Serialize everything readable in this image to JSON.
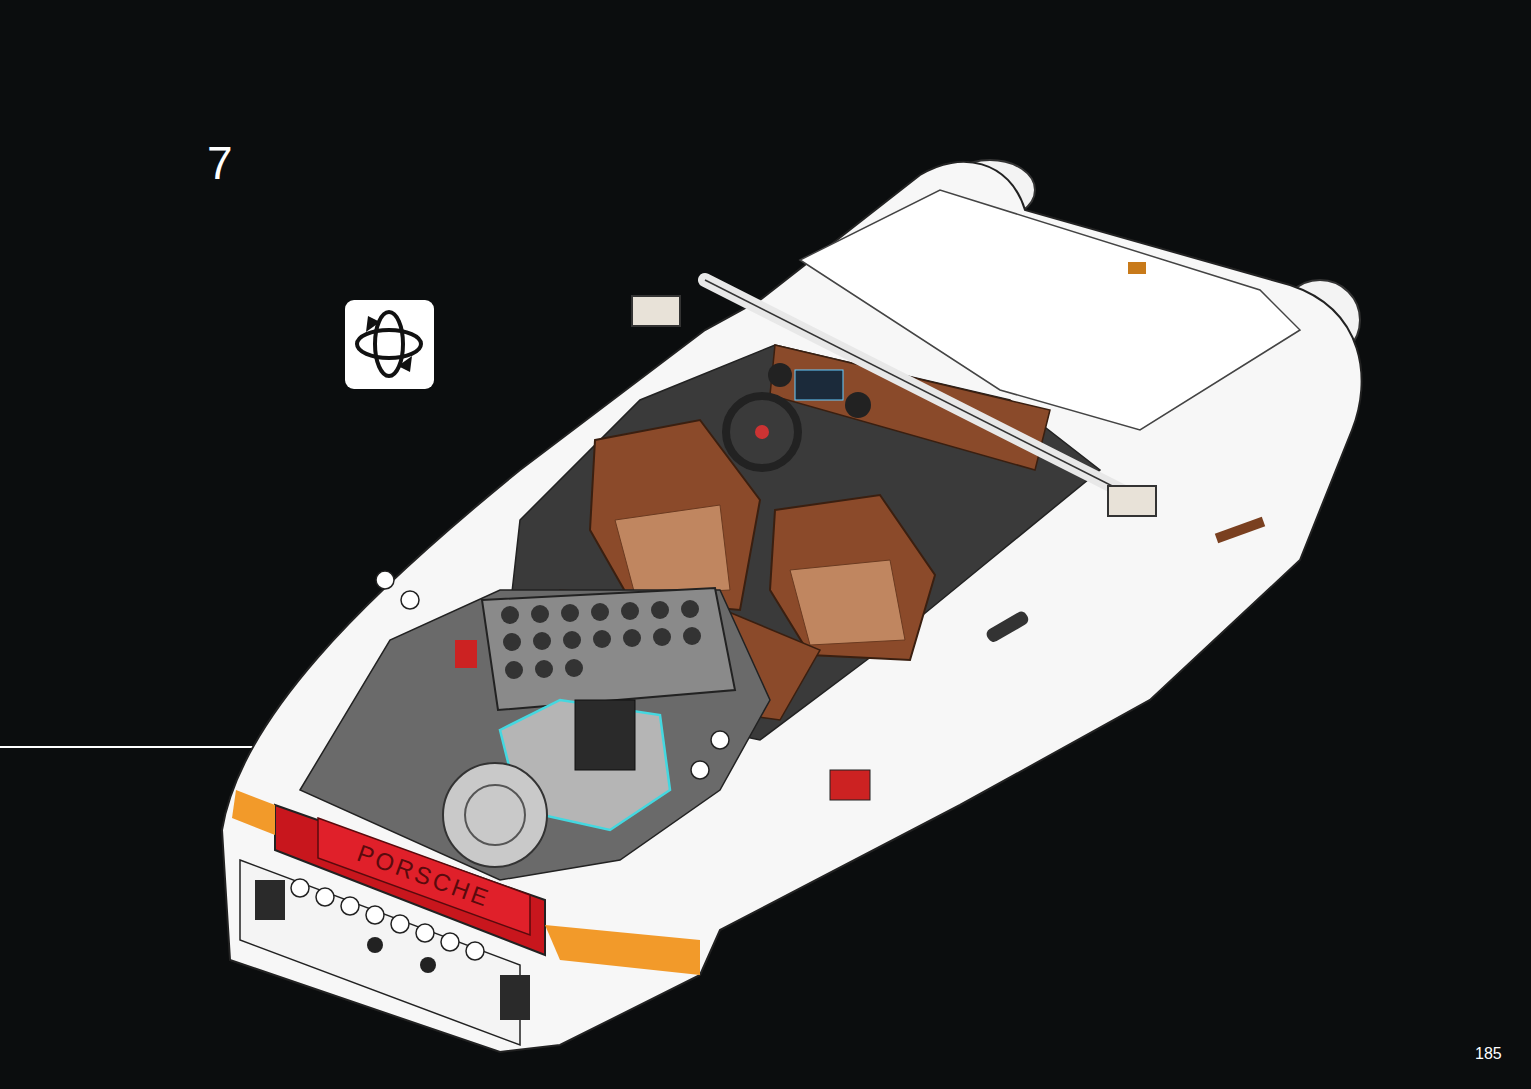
{
  "diagram": {
    "labels": [
      "7",
      "PORSCHE",
      "185"
    ]
  }
}
